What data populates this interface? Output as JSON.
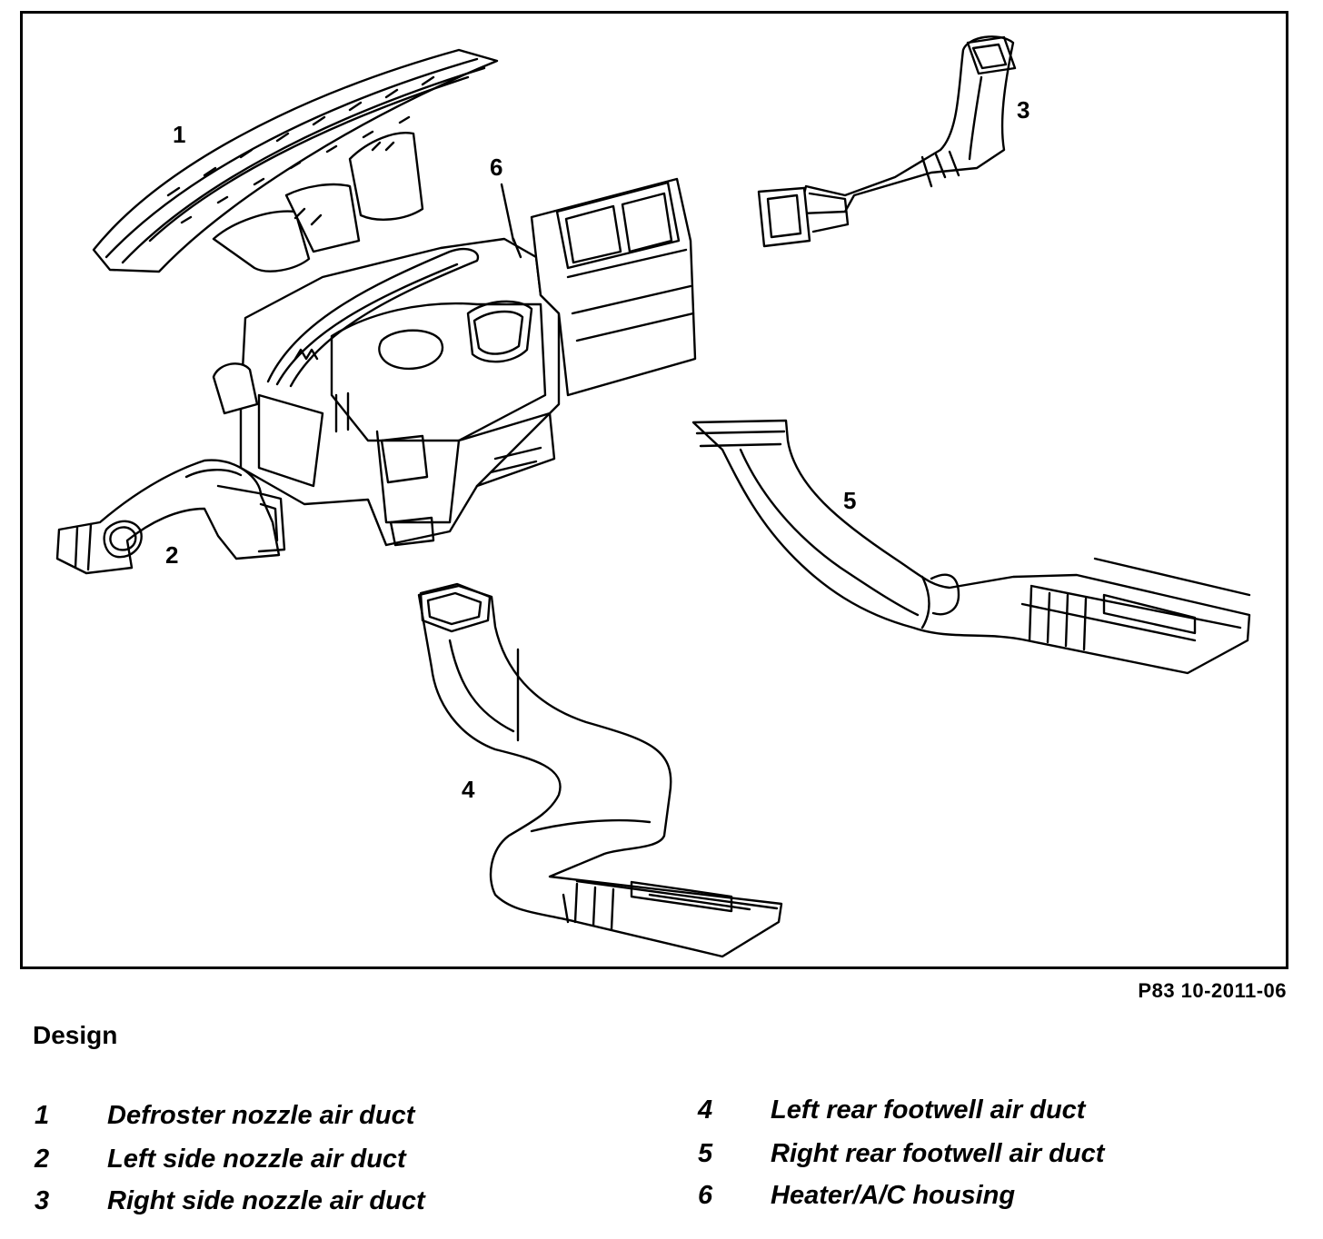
{
  "figure": {
    "reference": "P83 10-2011-06",
    "callouts": [
      "1",
      "2",
      "3",
      "4",
      "5",
      "6"
    ]
  },
  "caption": {
    "heading": "Design"
  },
  "legend": [
    {
      "num": "1",
      "text": "Defroster nozzle air duct"
    },
    {
      "num": "2",
      "text": "Left side nozzle air duct"
    },
    {
      "num": "3",
      "text": "Right side nozzle air duct"
    },
    {
      "num": "4",
      "text": "Left rear footwell air duct"
    },
    {
      "num": "5",
      "text": "Right rear footwell air duct"
    },
    {
      "num": "6",
      "text": "Heater/A/C housing"
    }
  ]
}
